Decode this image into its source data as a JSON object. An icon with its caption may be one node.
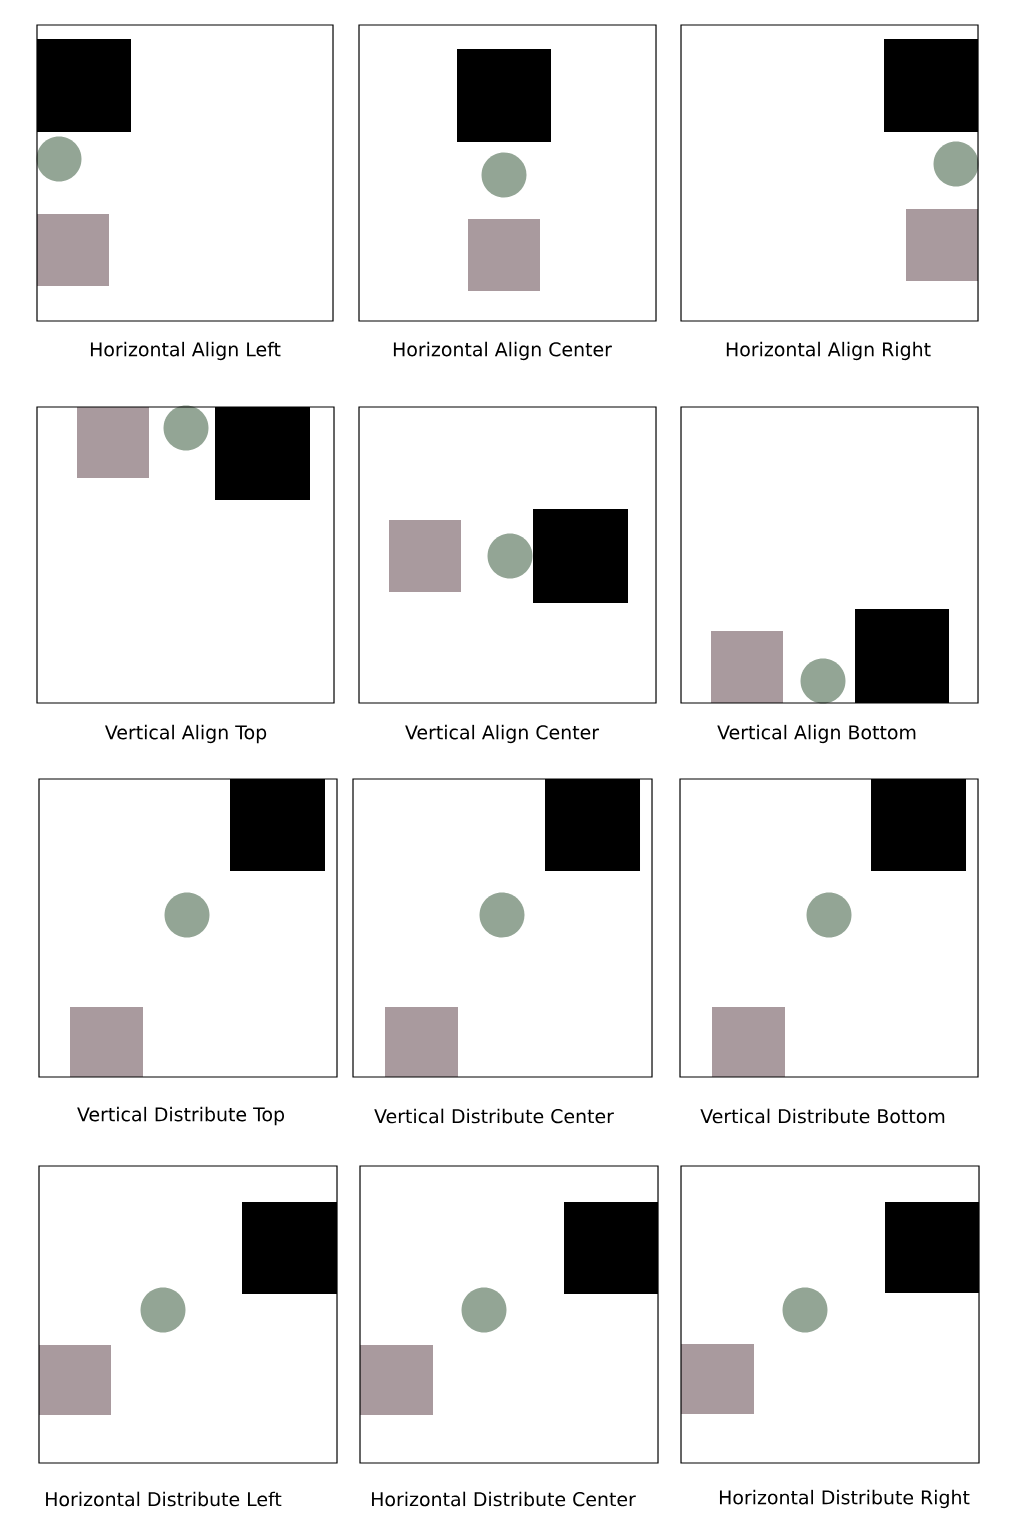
{
  "diagram": {
    "nodes": [
      {
        "text": [
          "Horizontal Align Left"
        ]
      },
      {
        "text": [
          "Horizontal Align Center"
        ]
      },
      {
        "text": [
          "Horizontal Align Right"
        ]
      },
      {
        "text": [
          "Vertical Align Top"
        ]
      },
      {
        "text": [
          "Vertical Align Center"
        ]
      },
      {
        "text": [
          "Vertical Align Bottom"
        ]
      },
      {
        "text": [
          "Vertical Distribute Top"
        ]
      },
      {
        "text": [
          "Vertical Distribute Center"
        ]
      },
      {
        "text": [
          "Vertical Distribute Bottom"
        ]
      },
      {
        "text": [
          "Horizontal Distribute Left"
        ]
      },
      {
        "text": [
          "Horizontal Distribute Center"
        ]
      },
      {
        "text": [
          "Horizontal Distribute Right"
        ]
      }
    ]
  }
}
